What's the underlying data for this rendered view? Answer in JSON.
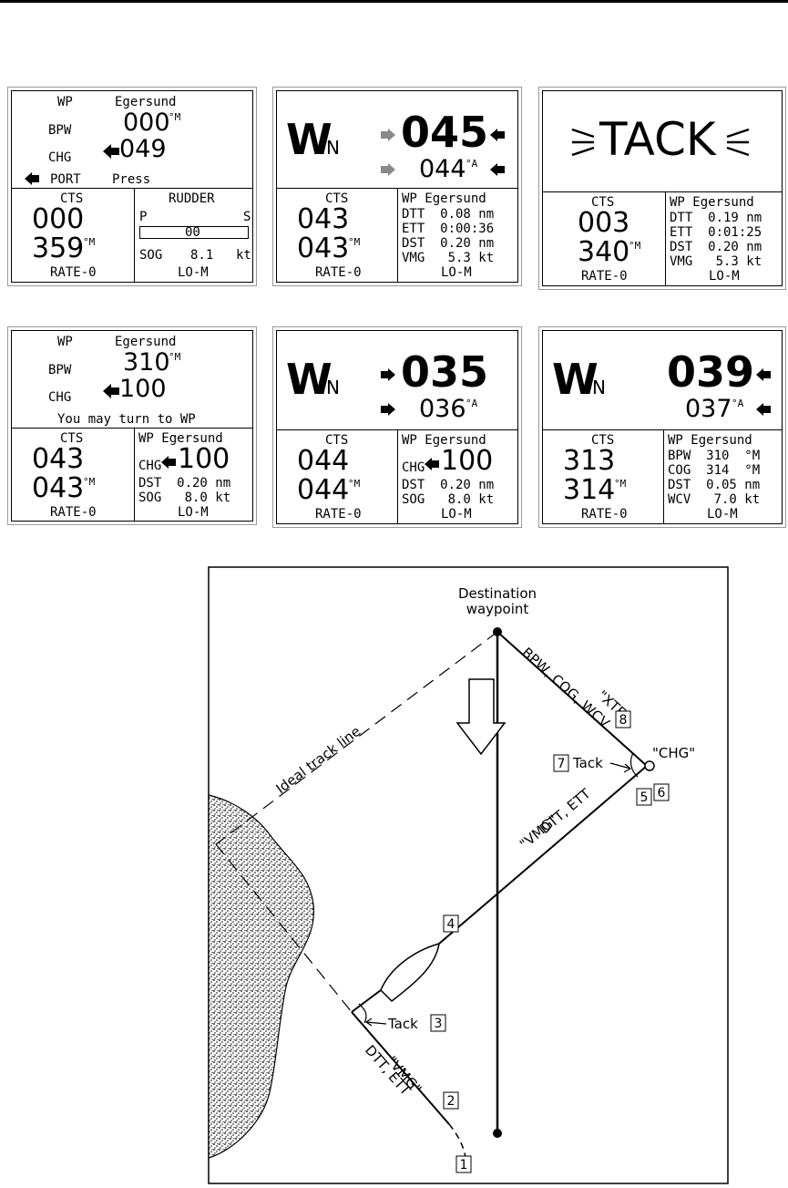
{
  "panels": {
    "p1": {
      "wp_label": "WP",
      "wp_name": "Egersund",
      "bpw_label": "BPW",
      "bpw_value": "000",
      "bpw_unit": "°M",
      "chg_label": "CHG",
      "chg_value": "049",
      "port_label": "PORT",
      "press_label": "Press",
      "cts_label": "CTS",
      "cts_value": "000",
      "heading_value": "359",
      "heading_unit": "°M",
      "rate_label": "RATE-0",
      "rudder_label": "RUDDER",
      "port_side": "P",
      "stbd_side": "S",
      "rudder_value": "00",
      "sog_label": "SOG",
      "sog_value": "8.1",
      "sog_unit": "kt",
      "mode": "LO-M"
    },
    "p2": {
      "wind_label": "W",
      "wind_sub": "N",
      "big_value": "045",
      "small_value": "044",
      "small_unit": "°A",
      "cts_label": "CTS",
      "cts_value": "043",
      "heading_value": "043",
      "heading_unit": "°M",
      "rate_label": "RATE-0",
      "wp_header": "WP Egersund",
      "rows": [
        "DTT  0.08 nm",
        "ETT  0:00:36",
        "DST  0.20 nm",
        "VMG   5.3 kt"
      ],
      "mode": "LO-M"
    },
    "p3": {
      "tack_text": "TACK",
      "cts_label": "CTS",
      "cts_value": "003",
      "heading_value": "340",
      "heading_unit": "°M",
      "rate_label": "RATE-0",
      "wp_header": "WP Egersund",
      "rows": [
        "DTT  0.19 nm",
        "ETT  0:01:25",
        "DST  0.20 nm",
        "VMG   5.3 kt"
      ],
      "mode": "LO-M"
    },
    "p4": {
      "wp_label": "WP",
      "wp_name": "Egersund",
      "bpw_label": "BPW",
      "bpw_value": "310",
      "bpw_unit": "°M",
      "chg_label": "CHG",
      "chg_value": "100",
      "message": "You may turn to WP",
      "cts_label": "CTS",
      "cts_value": "043",
      "heading_value": "043",
      "heading_unit": "°M",
      "rate_label": "RATE-0",
      "wp_header": "WP Egersund",
      "chg_small": "CHG",
      "chg_big": "100",
      "rows": [
        "DST  0.20 nm",
        "SOG   8.0 kt"
      ],
      "mode": "LO-M"
    },
    "p5": {
      "wind_label": "W",
      "wind_sub": "N",
      "big_value": "035",
      "small_value": "036",
      "small_unit": "°A",
      "cts_label": "CTS",
      "cts_value": "044",
      "heading_value": "044",
      "heading_unit": "°M",
      "rate_label": "RATE-0",
      "wp_header": "WP Egersund",
      "chg_small": "CHG",
      "chg_big": "100",
      "rows": [
        "DST  0.20 nm",
        "SOG   8.0 kt"
      ],
      "mode": "LO-M"
    },
    "p6": {
      "wind_label": "W",
      "wind_sub": "N",
      "big_value": "039",
      "small_value": "037",
      "small_unit": "°A",
      "cts_label": "CTS",
      "cts_value": "313",
      "heading_value": "314",
      "heading_unit": "°M",
      "rate_label": "RATE-0",
      "wp_header": "WP Egersund",
      "rows": [
        "BPW  310  °M",
        "COG  314  °M",
        "DST  0.05 nm",
        "WCV   7.0 kt"
      ],
      "mode": "LO-M"
    }
  },
  "diagram": {
    "destination_line1": "Destination",
    "destination_line2": "waypoint",
    "ideal_track": "Ideal track line",
    "xte_label": "\"XTE\"",
    "bpw_cog_wcv": "BPW, COG, WCV",
    "chg_label": "\"CHG\"",
    "tack_label": "Tack",
    "vmg_label": "\"VMG\"",
    "dtt_ett": "DTT, ETT",
    "steps": [
      "1",
      "2",
      "3",
      "4",
      "5",
      "6",
      "7",
      "8"
    ]
  }
}
